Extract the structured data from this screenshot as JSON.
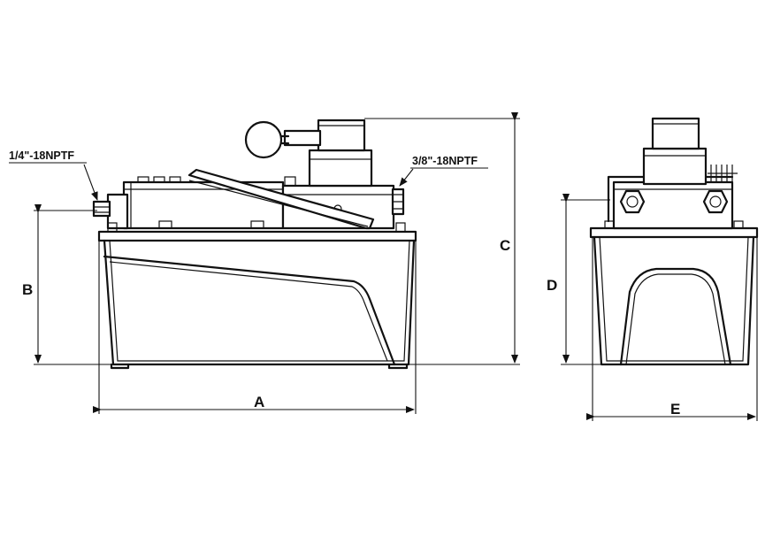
{
  "labels": {
    "port_left": "1/4\"-18NPTF",
    "port_right": "3/8\"-18NPTF",
    "dim_a": "A",
    "dim_b": "B",
    "dim_c": "C",
    "dim_d": "D",
    "dim_e": "E"
  },
  "colors": {
    "line": "#111111",
    "background": "#ffffff"
  }
}
